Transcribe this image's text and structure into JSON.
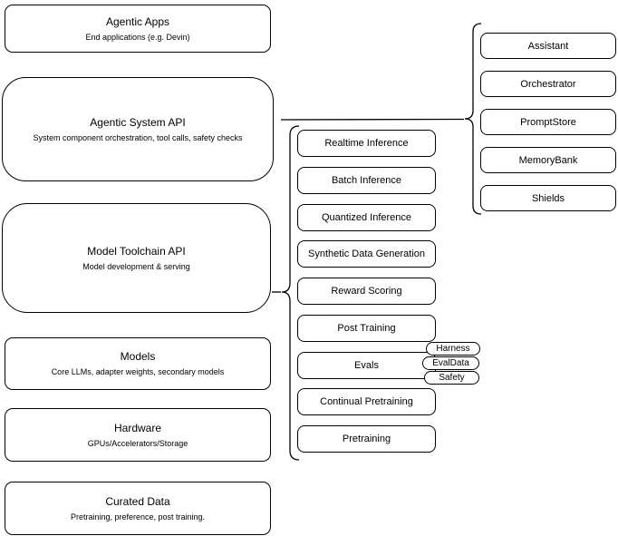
{
  "diagram": {
    "left_stack": [
      {
        "title": "Agentic Apps",
        "subtitle": "End applications (e.g. Devin)"
      },
      {
        "title": "Agentic System API",
        "subtitle": "System component orchestration, tool calls, safety checks"
      },
      {
        "title": "Model Toolchain API",
        "subtitle": "Model development & serving"
      },
      {
        "title": "Models",
        "subtitle": "Core LLMs, adapter weights, secondary models"
      },
      {
        "title": "Hardware",
        "subtitle": "GPUs/Accelerators/Storage"
      },
      {
        "title": "Curated Data",
        "subtitle": "Pretraining, preference, post training."
      }
    ],
    "toolchain_group": {
      "items": [
        "Realtime Inference",
        "Batch Inference",
        "Quantized Inference",
        "Synthetic Data Generation",
        "Reward Scoring",
        "Post Training",
        "Evals",
        "Continual Pretraining",
        "Pretraining"
      ]
    },
    "system_group": {
      "items": [
        "Assistant",
        "Orchestrator",
        "PromptStore",
        "MemoryBank",
        "Shields"
      ]
    },
    "eval_tags": [
      "Harness",
      "EvalData",
      "Safety"
    ],
    "colors": {
      "stroke": "#000000",
      "fill": "#ffffff",
      "text": "#000000"
    }
  }
}
